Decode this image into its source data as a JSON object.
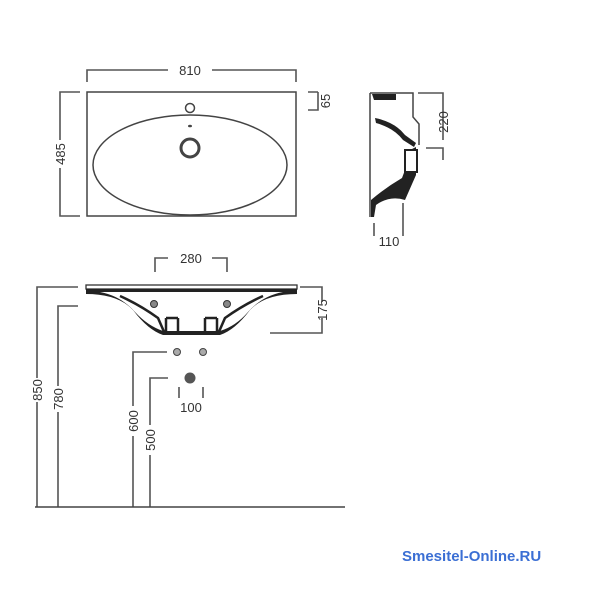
{
  "top_view": {
    "width_label": "810",
    "depth_label": "485",
    "tap_offset_label": "65"
  },
  "side_view": {
    "height_label": "220",
    "projection_label": "110"
  },
  "front_view": {
    "tap_spacing_label": "280",
    "basin_height_label": "175",
    "rim_height_label": "850",
    "underside_height_label": "780",
    "supply_height_label": "600",
    "waste_height_label": "500",
    "waste_width_label": "100"
  },
  "watermark": "Smesitel-Online.RU",
  "colors": {
    "line": "#444444",
    "watermark": "#3b6fd4"
  }
}
